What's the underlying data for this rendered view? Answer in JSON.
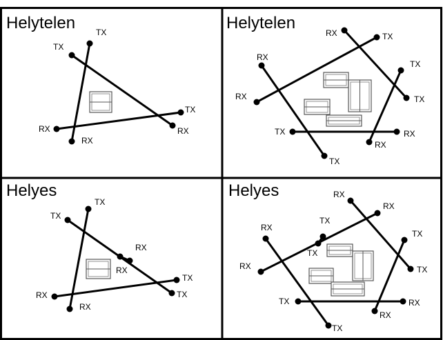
{
  "panels": [
    {
      "title": "Helytelen",
      "links": [
        {
          "a": [
            130,
            63
          ],
          "b": [
            104,
            205
          ],
          "labA": "TX",
          "labB": "RX"
        },
        {
          "a": [
            104,
            80
          ],
          "b": [
            250,
            182
          ],
          "labA": "TX",
          "labB": "RX"
        },
        {
          "a": [
            82,
            187
          ],
          "b": [
            262,
            163
          ],
          "labA": "RX",
          "labB": "TX"
        }
      ],
      "equipment": [
        [
          130,
          133,
          32,
          30
        ]
      ]
    },
    {
      "title": "Helytelen",
      "links": [
        {
          "a": [
            499,
            44
          ],
          "b": [
            589,
            142
          ],
          "labA": "RX",
          "labB": "TX"
        },
        {
          "a": [
            546,
            54
          ],
          "b": [
            372,
            148
          ],
          "labA": "TX",
          "labB": "RX"
        },
        {
          "a": [
            379,
            95
          ],
          "b": [
            470,
            226
          ],
          "labA": "RX",
          "labB": "TX"
        },
        {
          "a": [
            581,
            102
          ],
          "b": [
            535,
            206
          ],
          "labA": "TX",
          "labB": "RX"
        },
        {
          "a": [
            424,
            191
          ],
          "b": [
            575,
            191
          ],
          "labA": "TX",
          "labB": "RX"
        }
      ],
      "equipment": [
        [
          469,
          105,
          36,
          22
        ],
        [
          505,
          116,
          33,
          46
        ],
        [
          441,
          144,
          37,
          22
        ],
        [
          473,
          167,
          51,
          16
        ]
      ]
    },
    {
      "title": "Helyes",
      "links": [
        {
          "a": [
            128,
            303
          ],
          "b": [
            101,
            448
          ],
          "labA": "TX",
          "labB": "RX"
        },
        {
          "a": [
            98,
            319
          ],
          "b": [
            249,
            425
          ],
          "labA": "TX",
          "labB": "TX"
        },
        {
          "a": [
            79,
            430
          ],
          "b": [
            256,
            406
          ],
          "labA": "RX",
          "labB": "TX"
        },
        {
          "a": [
            174,
            372
          ],
          "b": [
            188,
            378
          ],
          "labA": "RX",
          "labB": "RX"
        }
      ],
      "equipment": [
        [
          125,
          376,
          35,
          28
        ]
      ]
    },
    {
      "title": "Helyes",
      "links": [
        {
          "a": [
            508,
            291
          ],
          "b": [
            595,
            390
          ],
          "labA": "RX",
          "labB": "TX"
        },
        {
          "a": [
            547,
            309
          ],
          "b": [
            378,
            394
          ],
          "labA": "RX",
          "labB": "RX"
        },
        {
          "a": [
            385,
            346
          ],
          "b": [
            476,
            472
          ],
          "labA": "RX",
          "labB": "TX"
        },
        {
          "a": [
            586,
            348
          ],
          "b": [
            543,
            451
          ],
          "labA": "TX",
          "labB": "RX"
        },
        {
          "a": [
            432,
            437
          ],
          "b": [
            584,
            437
          ],
          "labA": "TX",
          "labB": "RX"
        },
        {
          "a": [
            468,
            343
          ],
          "b": [
            461,
            353
          ],
          "labA": "TX",
          "labB": "TX"
        }
      ],
      "equipment": [
        [
          474,
          354,
          37,
          18
        ],
        [
          511,
          364,
          30,
          43
        ],
        [
          448,
          389,
          35,
          22
        ],
        [
          480,
          409,
          48,
          20
        ]
      ]
    }
  ],
  "labels": [
    [
      139,
      51,
      "TX"
    ],
    [
      77,
      72,
      "TX"
    ],
    [
      268,
      163,
      "TX"
    ],
    [
      257,
      194,
      "RX"
    ],
    [
      56,
      191,
      "RX"
    ],
    [
      118,
      208,
      "RX"
    ],
    [
      472,
      52,
      "RX"
    ],
    [
      554,
      57,
      "TX"
    ],
    [
      372,
      87,
      "RX"
    ],
    [
      594,
      97,
      "TX"
    ],
    [
      341,
      144,
      "RX"
    ],
    [
      600,
      148,
      "TX"
    ],
    [
      398,
      195,
      "TX"
    ],
    [
      585,
      198,
      "RX"
    ],
    [
      543,
      214,
      "RX"
    ],
    [
      477,
      238,
      "TX"
    ],
    [
      137,
      297,
      "TX"
    ],
    [
      73,
      317,
      "TX"
    ],
    [
      196,
      363,
      "RX"
    ],
    [
      168,
      396,
      "RX"
    ],
    [
      264,
      407,
      "TX"
    ],
    [
      256,
      431,
      "TX"
    ],
    [
      52,
      432,
      "RX"
    ],
    [
      115,
      449,
      "RX"
    ],
    [
      483,
      286,
      "RX"
    ],
    [
      555,
      303,
      "RX"
    ],
    [
      378,
      334,
      "RX"
    ],
    [
      463,
      324,
      "TX"
    ],
    [
      597,
      343,
      "TX"
    ],
    [
      347,
      390,
      "RX"
    ],
    [
      445,
      371,
      "TX"
    ],
    [
      604,
      395,
      "TX"
    ],
    [
      404,
      441,
      "TX"
    ],
    [
      592,
      443,
      "RX"
    ],
    [
      550,
      461,
      "RX"
    ],
    [
      481,
      480,
      "TX"
    ]
  ]
}
